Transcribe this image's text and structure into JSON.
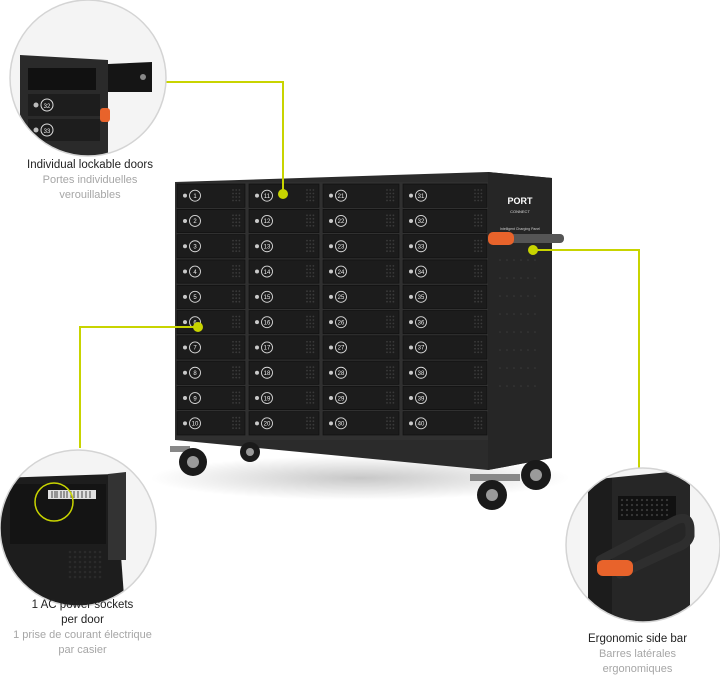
{
  "brand": {
    "line1": "PORT",
    "line2": "CONNECT",
    "label": "Intelligent Charging Panel"
  },
  "lockers": {
    "columns": [
      [
        "1",
        "2",
        "3",
        "4",
        "5",
        "6",
        "7",
        "8",
        "9",
        "10"
      ],
      [
        "11",
        "12",
        "13",
        "14",
        "15",
        "16",
        "17",
        "18",
        "19",
        "20"
      ],
      [
        "21",
        "22",
        "23",
        "24",
        "25",
        "26",
        "27",
        "28",
        "29",
        "30"
      ],
      [
        "31",
        "32",
        "33",
        "34",
        "35",
        "36",
        "37",
        "38",
        "39",
        "40"
      ]
    ]
  },
  "features": {
    "doors": {
      "title": "Individual lockable doors",
      "subtitle_1": "Portes individuelles",
      "subtitle_2": "verouillables",
      "zoom_numbers": [
        "32",
        "33"
      ]
    },
    "power": {
      "title_1": "1 AC power sockets",
      "title_2": "per door",
      "subtitle_1": "1 prise de courant électrique",
      "subtitle_2": "par casier"
    },
    "sidebar": {
      "title": "Ergonomic side bar",
      "subtitle_1": "Barres latérales",
      "subtitle_2": "ergonomiques"
    }
  },
  "colors": {
    "cabinet": "#2b2b2b",
    "door": "#1c1c1c",
    "accent": "#c8d400",
    "handle": "#e8632b"
  }
}
